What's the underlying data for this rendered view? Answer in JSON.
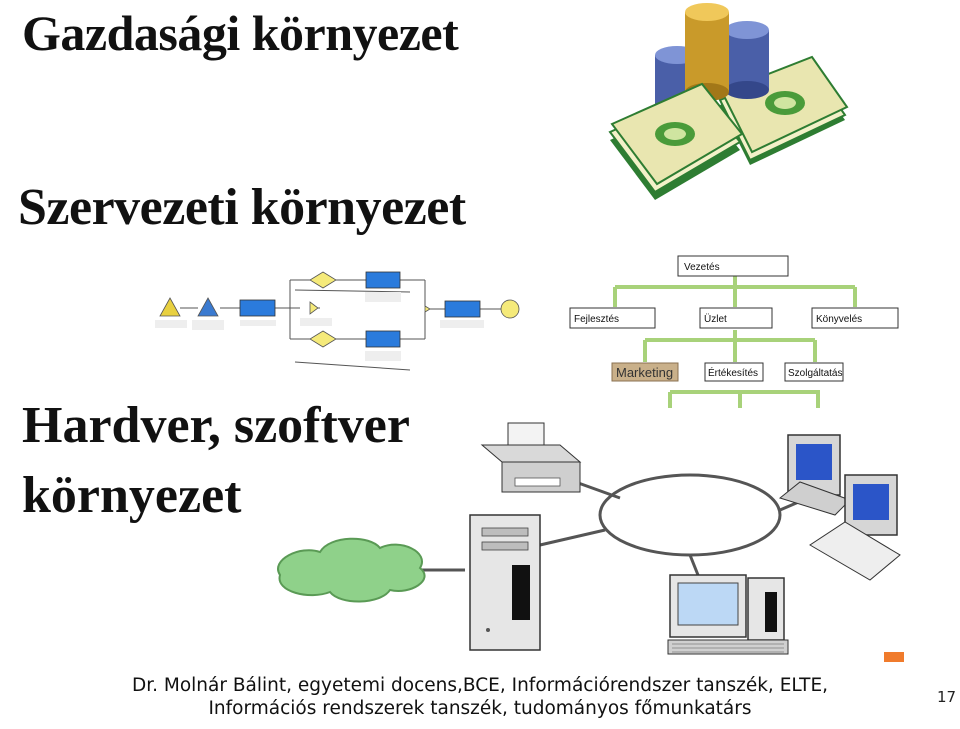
{
  "slide": {
    "headings": {
      "economic": "Gazdasági környezet",
      "organizational": "Szervezeti környezet",
      "hw_line1": "Hardver, szoftver",
      "hw_line2": "környezet"
    },
    "org_chart": {
      "top": "Vezetés",
      "level2": [
        "Fejlesztés",
        "Üzlet",
        "Könyvelés"
      ],
      "level3": [
        "Marketing",
        "Értékesítés",
        "Szolgáltatás"
      ]
    },
    "footer": {
      "line1": "Dr. Molnár Bálint, egyetemi docens,BCE, Információrendszer tanszék, ELTE,",
      "line2": "Információs rendszerek tanszék, tudományos főmunkatárs"
    },
    "page_number": "17",
    "colors": {
      "org_line": "#a8d27a",
      "marketing_box": "#c9b08a",
      "cloud": "#8fd18a",
      "accent": "#f07b2c"
    },
    "icons": [
      "money-stack-icon",
      "coin-stack-icon",
      "process-diagram",
      "org-chart",
      "printer-icon",
      "server-tower-icon",
      "desktop-computer-icon",
      "workstation-icon",
      "cloud-icon"
    ]
  }
}
